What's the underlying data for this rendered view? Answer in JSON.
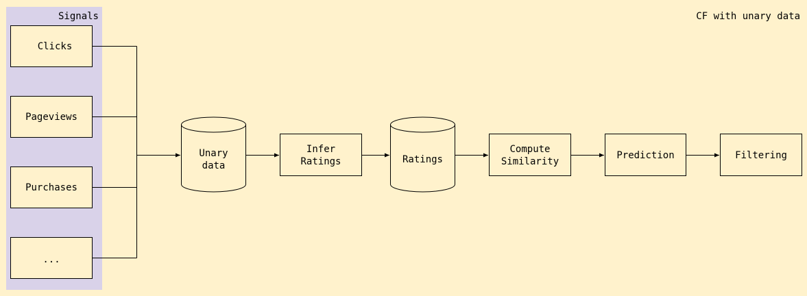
{
  "diagram": {
    "title": "CF with unary data",
    "group_label": "Signals",
    "signals": [
      "Clicks",
      "Pageviews",
      "Purchases",
      "..."
    ],
    "pipeline": {
      "unary_data": [
        "Unary",
        "data"
      ],
      "infer_ratings": [
        "Infer",
        "Ratings"
      ],
      "ratings": "Ratings",
      "compute_similarity": [
        "Compute",
        "Similarity"
      ],
      "prediction": "Prediction",
      "filtering": "Filtering"
    },
    "colors": {
      "background": "#fff2cc",
      "signals_group": "#d9d2e9",
      "stroke": "#000000"
    }
  }
}
